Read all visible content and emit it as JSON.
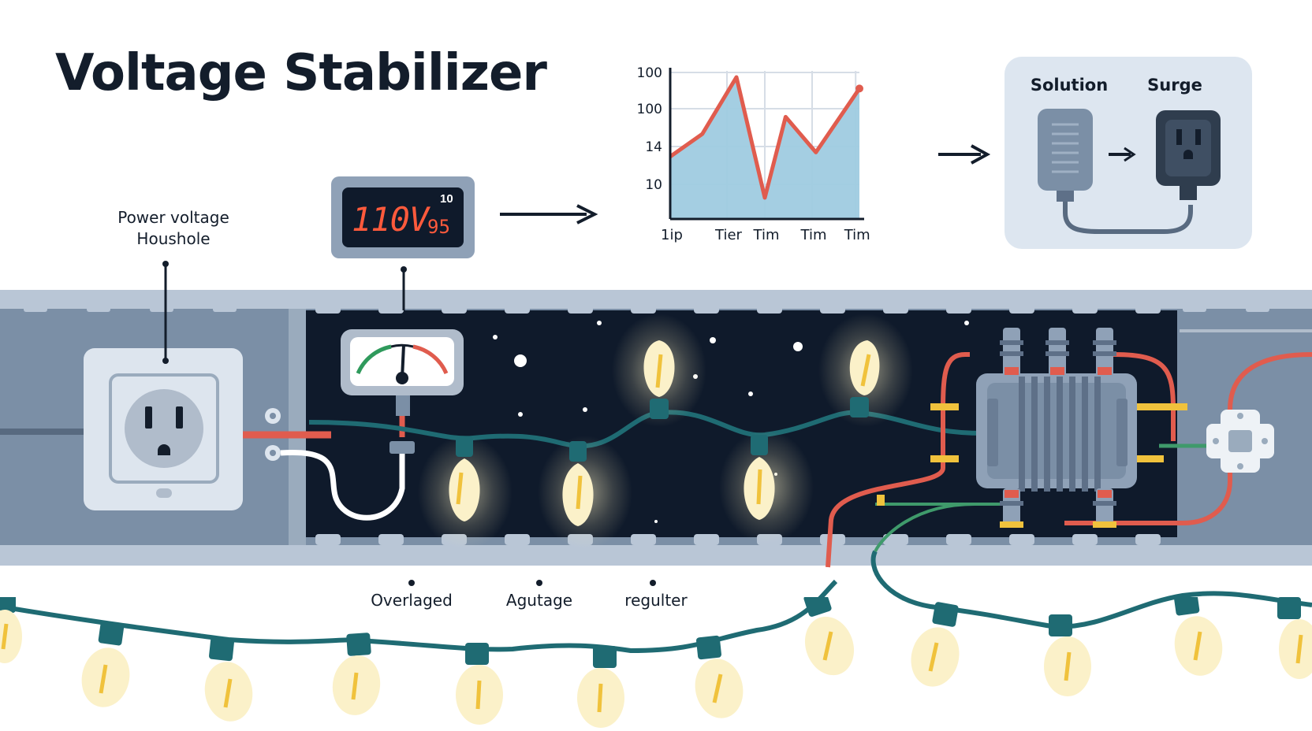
{
  "title": "Voltage Stabilizer",
  "source_label": {
    "line1": "Power voltage",
    "line2": "Houshole"
  },
  "display": {
    "main": "110V",
    "sub": "95",
    "corner": "10"
  },
  "chart_data": {
    "type": "area",
    "title": "",
    "xlabel": "",
    "ylabel": "",
    "y_tick_labels": [
      "100",
      "100",
      "14",
      "10"
    ],
    "x_tick_labels": [
      "1ip",
      "Tier",
      "Tim",
      "Tim",
      "Tim"
    ],
    "x": [
      0,
      0.17,
      0.35,
      0.5,
      0.61,
      0.77,
      1.0
    ],
    "y": [
      0.44,
      0.6,
      1.0,
      0.15,
      0.72,
      0.47,
      0.92
    ],
    "colors": {
      "line": "#e05c4e",
      "fill": "#9fcbe0"
    },
    "grid": true
  },
  "solution_panel": {
    "left_label": "Solution",
    "right_label": "Surge"
  },
  "bottom_labels": [
    "Overlaged",
    "Agutage",
    "regulter"
  ],
  "colors": {
    "dark": "#131d2b",
    "cable": "#1f6b73",
    "housing": "#7b8fa6",
    "housing_light": "#b9c6d6",
    "bulb_glow": "#f7e9b8",
    "bulb_fill": "#f4cc3e",
    "wire_red": "#e05c4e",
    "wire_yellow": "#f0c23c",
    "wire_green": "#3f9a6b"
  },
  "icons": [
    "wall-outlet-icon",
    "gauge-icon",
    "string-lights-icon",
    "transformer-icon",
    "adapter-icon",
    "outlet-icon",
    "arrow-right-icon",
    "connector-icon"
  ]
}
